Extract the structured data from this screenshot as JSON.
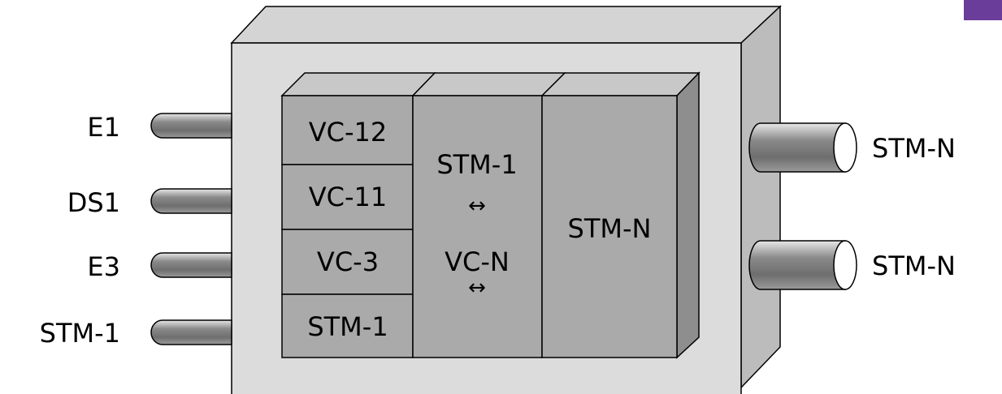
{
  "accent_color": "#6a3d9a",
  "inputs": [
    {
      "label": "E1"
    },
    {
      "label": "DS1"
    },
    {
      "label": "E3"
    },
    {
      "label": "STM-1"
    }
  ],
  "outputs": [
    {
      "label": "STM-N"
    },
    {
      "label": "STM-N"
    }
  ],
  "inner_blocks": {
    "tributaries": [
      "VC-12",
      "VC-11",
      "VC-3",
      "STM-1"
    ],
    "mapping": {
      "line1": "STM-1",
      "arrow1": "↔",
      "line2": "VC-N",
      "arrow2": "↔"
    },
    "aggregate": "STM-N"
  }
}
